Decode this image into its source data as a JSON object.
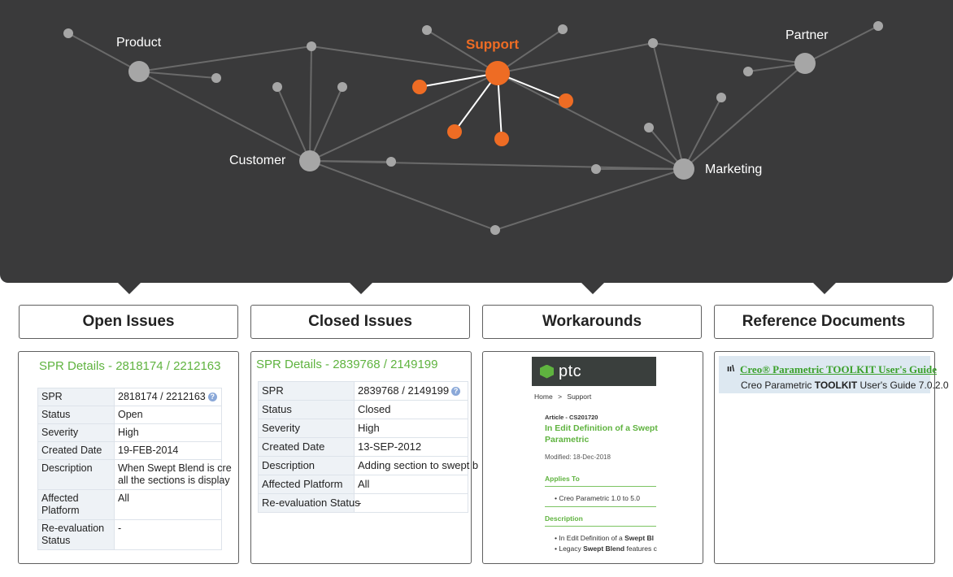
{
  "network": {
    "labels": {
      "product": "Product",
      "support": "Support",
      "partner": "Partner",
      "customer": "Customer",
      "marketing": "Marketing"
    },
    "colors": {
      "background": "#3a3a3b",
      "node": "#a6a6a6",
      "line": "#6a6a6a",
      "active": "#ee6c24"
    }
  },
  "headers": {
    "open_issues": "Open Issues",
    "closed_issues": "Closed Issues",
    "workarounds": "Workarounds",
    "reference_documents": "Reference Documents"
  },
  "open_panel": {
    "title": "SPR Details -  2818174 / 2212163",
    "rows": [
      {
        "key": "SPR",
        "value": "2818174 / 2212163"
      },
      {
        "key": "Status",
        "value": "Open"
      },
      {
        "key": "Severity",
        "value": "High"
      },
      {
        "key": "Created Date",
        "value": "19-FEB-2014"
      },
      {
        "key": "Description",
        "value": "When Swept Blend is cre",
        "value2": "all the sections is display"
      },
      {
        "key": "Affected Platform",
        "value": "All"
      },
      {
        "key": "Re-evaluation Status",
        "value": "-"
      }
    ]
  },
  "closed_panel": {
    "title": "SPR Details -  2839768 / 2149199",
    "rows": [
      {
        "key": "SPR",
        "value": "2839768 / 2149199"
      },
      {
        "key": "Status",
        "value": "Closed"
      },
      {
        "key": "Severity",
        "value": "High"
      },
      {
        "key": "Created Date",
        "value": "13-SEP-2012"
      },
      {
        "key": "Description",
        "value": "Adding section to swept b"
      },
      {
        "key": "Affected Platform",
        "value": "All"
      },
      {
        "key": "Re-evaluation Status",
        "value": "-"
      }
    ]
  },
  "workaround": {
    "brand": "ptc",
    "breadcrumb_home": "Home",
    "breadcrumb_sep": ">",
    "breadcrumb_support": "Support",
    "article_id": "Article - CS201720",
    "article_title_1": "In Edit Definition of a Swept",
    "article_title_2": "Parametric",
    "modified": "Modified: 18-Dec-2018",
    "applies_to_heading": "Applies To",
    "applies_to_item": "Creo Parametric 1.0 to 5.0",
    "description_heading": "Description",
    "desc_item_1_pre": "In Edit Definition of a ",
    "desc_item_1_bold": "Swept Bl",
    "desc_item_2_pre": "Legacy ",
    "desc_item_2_bold": "Swept Blend",
    "desc_item_2_post": " features c"
  },
  "reference": {
    "icon": "library-icon",
    "link_text": "Creo® Parametric TOOLKIT User's Guide",
    "sub_pre": "Creo Parametric ",
    "sub_bold": "TOOLKIT",
    "sub_post": " User's Guide 7.0.2.0"
  }
}
